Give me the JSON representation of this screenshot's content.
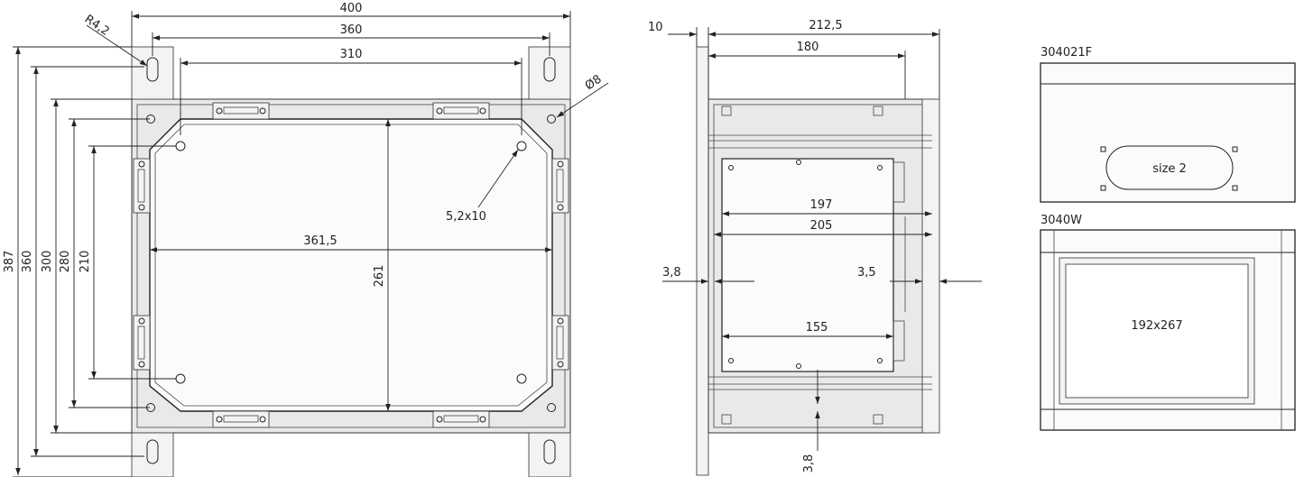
{
  "front_view": {
    "dims": {
      "w400": "400",
      "w360": "360",
      "w310": "310",
      "w361_5": "361,5",
      "h387": "387",
      "h360": "360",
      "h300": "300",
      "h280": "280",
      "h210": "210",
      "h261": "261"
    },
    "callouts": {
      "radius": "R4,2",
      "hole_d8": "Ø8",
      "slot": "5,2x10"
    }
  },
  "side_view": {
    "dims": {
      "d10": "10",
      "d212_5": "212,5",
      "d180": "180",
      "d197": "197",
      "d205": "205",
      "d3_8_left": "3,8",
      "d3_5": "3,5",
      "d155": "155",
      "d3_8_bottom": "3,8"
    }
  },
  "accessories": {
    "flange": {
      "code": "304021F",
      "cutout": "size 2"
    },
    "window": {
      "code": "3040W",
      "opening": "192x267"
    }
  }
}
